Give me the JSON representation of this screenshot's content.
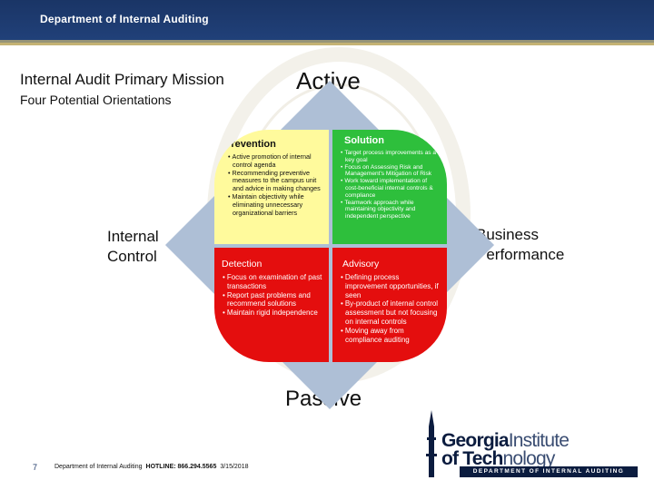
{
  "header": {
    "title": "Department of Internal Auditing"
  },
  "slide": {
    "mission": "Internal Audit Primary Mission",
    "orientations": "Four Potential Orientations",
    "axis_top": "Active",
    "axis_bottom": "Passive",
    "axis_left": "Internal Control",
    "axis_right": "Business Performance"
  },
  "quadrants": {
    "prevention": {
      "title": "Prevention",
      "color": "#fffa9c",
      "items": [
        "Active promotion of internal control agenda",
        "Recommending preventive measures to the campus unit and advice in making changes",
        "Maintain objectivity while eliminating unnecessary organizational barriers"
      ]
    },
    "solution": {
      "title": "Solution",
      "color": "#2ebf3c",
      "items": [
        "Target process improvements as a key goal",
        "Focus on Assessing Risk and Management's Mitigation of Risk",
        "Work toward implementation of cost-beneficial internal controls & compliance",
        "Teamwork approach while maintaining objectivity and independent perspective"
      ]
    },
    "detection": {
      "title": "Detection",
      "color": "#e40e0e",
      "items": [
        "Focus on examination of past transactions",
        "Report past problems and recommend solutions",
        "Maintain rigid independence"
      ]
    },
    "advisory": {
      "title": "Advisory",
      "color": "#e40e0e",
      "items": [
        "Defining process improvement opportunities, if seen",
        "By-product of internal control assessment but not focusing on internal controls",
        "Moving away from compliance auditing"
      ]
    }
  },
  "footer": {
    "page_number": "7",
    "department": "Department of Internal Auditing",
    "hotline": "HOTLINE: 866.294.5565",
    "date": "3/15/2018"
  },
  "logo": {
    "line1_bold": "Georgia",
    "line1_light": "Institute",
    "line2_bold": "of Tech",
    "line2_light": "nology",
    "department": "DEPARTMENT OF INTERNAL AUDITING"
  }
}
